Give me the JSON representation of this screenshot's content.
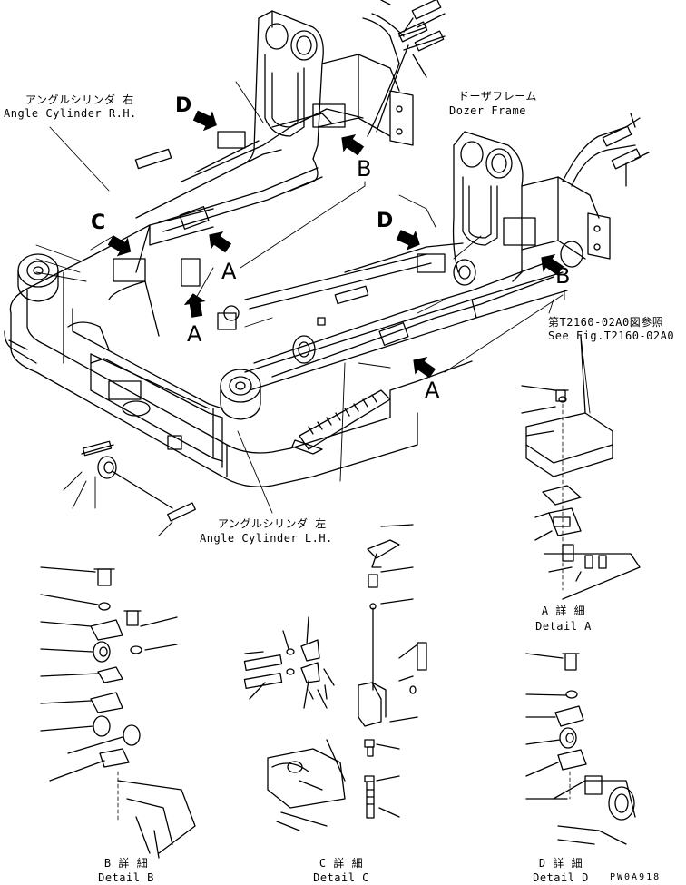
{
  "labels": {
    "angle_rh_jp": "アングルシリンダ 右",
    "angle_rh_en": "Angle Cylinder R.H.",
    "dozer_jp": "ドーザフレーム",
    "dozer_en": "Dozer Frame",
    "see_fig_jp": "第T2160-02A0図参照",
    "see_fig_en": "See Fig.T2160-02A0",
    "angle_lh_jp": "アングルシリンダ 左",
    "angle_lh_en": "Angle Cylinder L.H.",
    "detail_a_jp": "A 詳 細",
    "detail_a_en": "Detail A",
    "detail_b_jp": "B 詳 細",
    "detail_b_en": "Detail B",
    "detail_c_jp": "C 詳 細",
    "detail_c_en": "Detail C",
    "detail_d_jp": "D 詳 細",
    "detail_d_en": "Detail D",
    "code": "PW0A918"
  },
  "markers": {
    "d1": "D",
    "d2": "D",
    "c": "C",
    "b1": "B",
    "b2": "B",
    "a1": "A",
    "a2": "A",
    "a3": "A"
  }
}
